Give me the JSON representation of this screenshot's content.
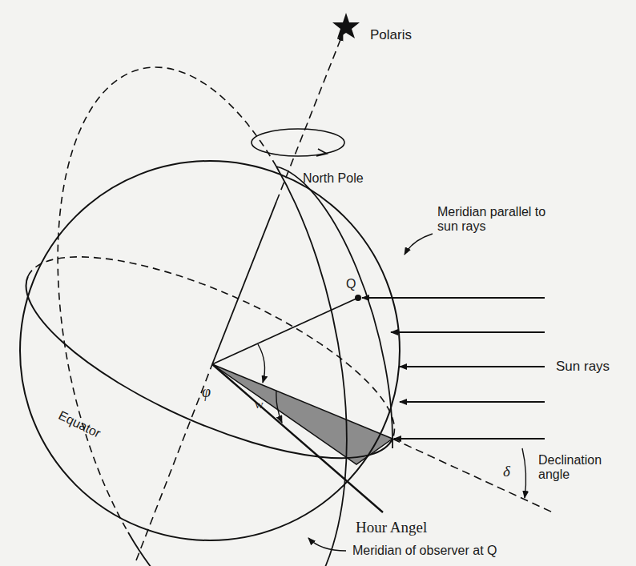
{
  "diagram": {
    "labels": [
      "Polaris",
      "North Pole",
      "Meridian parallel to sun rays",
      "Q",
      "φ",
      "Sun rays",
      "Equator",
      "w",
      "δ",
      "Declination angle",
      "Hour Angel",
      "Meridian of observer at Q"
    ]
  }
}
